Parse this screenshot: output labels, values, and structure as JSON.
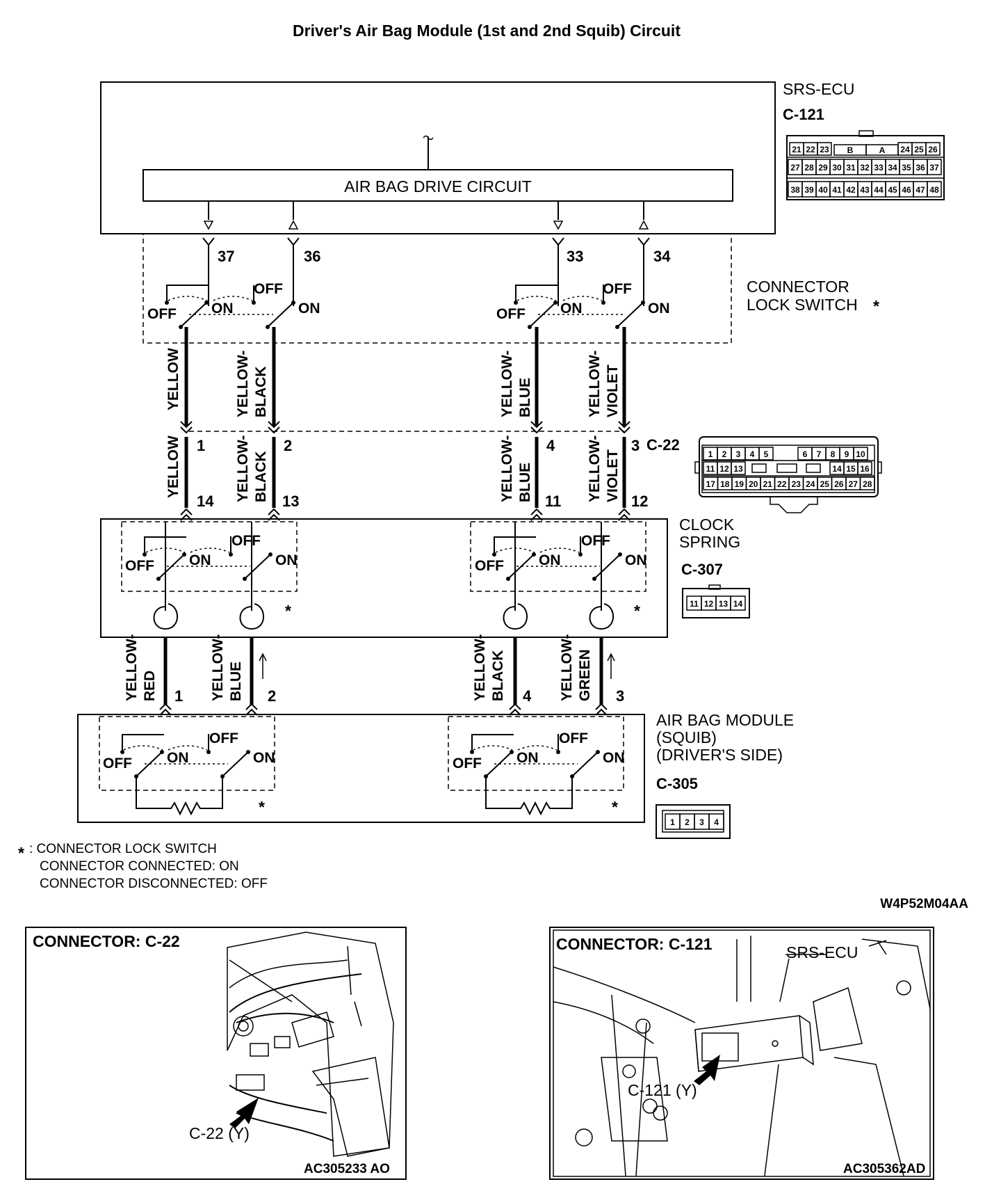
{
  "title": "Driver's Air Bag Module (1st and 2nd Squib) Circuit",
  "srs_ecu": {
    "name": "SRS-ECU",
    "connector": "C-121",
    "drive_circuit": "AIR BAG DRIVE CIRCUIT",
    "pin_numbers": [
      "37",
      "36",
      "33",
      "34"
    ],
    "face_row1": [
      "21",
      "22",
      "23",
      "B",
      "A",
      "24",
      "25",
      "26"
    ],
    "face_row2": [
      "27",
      "28",
      "29",
      "30",
      "31",
      "32",
      "33",
      "34",
      "35",
      "36",
      "37"
    ],
    "face_row3": [
      "38",
      "39",
      "40",
      "41",
      "42",
      "43",
      "44",
      "45",
      "46",
      "47",
      "48"
    ]
  },
  "connector_lock_switch": {
    "label_line1": "CONNECTOR",
    "label_line2": "LOCK SWITCH",
    "star": "*"
  },
  "switch_labels": {
    "off": "OFF",
    "on": "ON"
  },
  "wires_upper": [
    [
      "YELLOW"
    ],
    [
      "YELLOW-",
      "BLACK"
    ],
    [
      "YELLOW-",
      "BLUE"
    ],
    [
      "YELLOW-",
      "VIOLET"
    ]
  ],
  "c22": {
    "connector": "C-22",
    "pins_top": [
      "1",
      "2",
      "4",
      "3"
    ],
    "pins_bottom": [
      "14",
      "13",
      "11",
      "12"
    ],
    "face_row1": [
      "1",
      "2",
      "3",
      "4",
      "5",
      "6",
      "7",
      "8",
      "9",
      "10"
    ],
    "face_row2": [
      "11",
      "12",
      "13",
      "14",
      "15",
      "16"
    ],
    "face_row3": [
      "17",
      "18",
      "19",
      "20",
      "21",
      "22",
      "23",
      "24",
      "25",
      "26",
      "27",
      "28"
    ]
  },
  "clock_spring": {
    "label_line1": "CLOCK",
    "label_line2": "SPRING",
    "connector": "C-307",
    "face": [
      "11",
      "12",
      "13",
      "14"
    ]
  },
  "wires_lower": [
    [
      "YELLOW-",
      "RED"
    ],
    [
      "YELLOW-",
      "BLUE"
    ],
    [
      "YELLOW-",
      "BLACK"
    ],
    [
      "YELLOW-",
      "GREEN"
    ]
  ],
  "squib": {
    "label_line1": "AIR BAG MODULE",
    "label_line2": "(SQUIB)",
    "label_line3": "(DRIVER'S SIDE)",
    "connector": "C-305",
    "pins": [
      "1",
      "2",
      "4",
      "3"
    ],
    "face": [
      "1",
      "2",
      "3",
      "4"
    ]
  },
  "legend": {
    "star": "*",
    "line1": ": CONNECTOR LOCK SWITCH",
    "line2": "CONNECTOR CONNECTED: ON",
    "line3": "CONNECTOR DISCONNECTED: OFF"
  },
  "figure_code": "W4P52M04AA",
  "panel_left": {
    "title": "CONNECTOR: C-22",
    "callout": "C-22 (Y)",
    "code": "AC305233 AO"
  },
  "panel_right": {
    "title": "CONNECTOR: C-121",
    "ecu_label": "SRS-ECU",
    "callout": "C-121 (Y)",
    "code": "AC305362AD"
  }
}
